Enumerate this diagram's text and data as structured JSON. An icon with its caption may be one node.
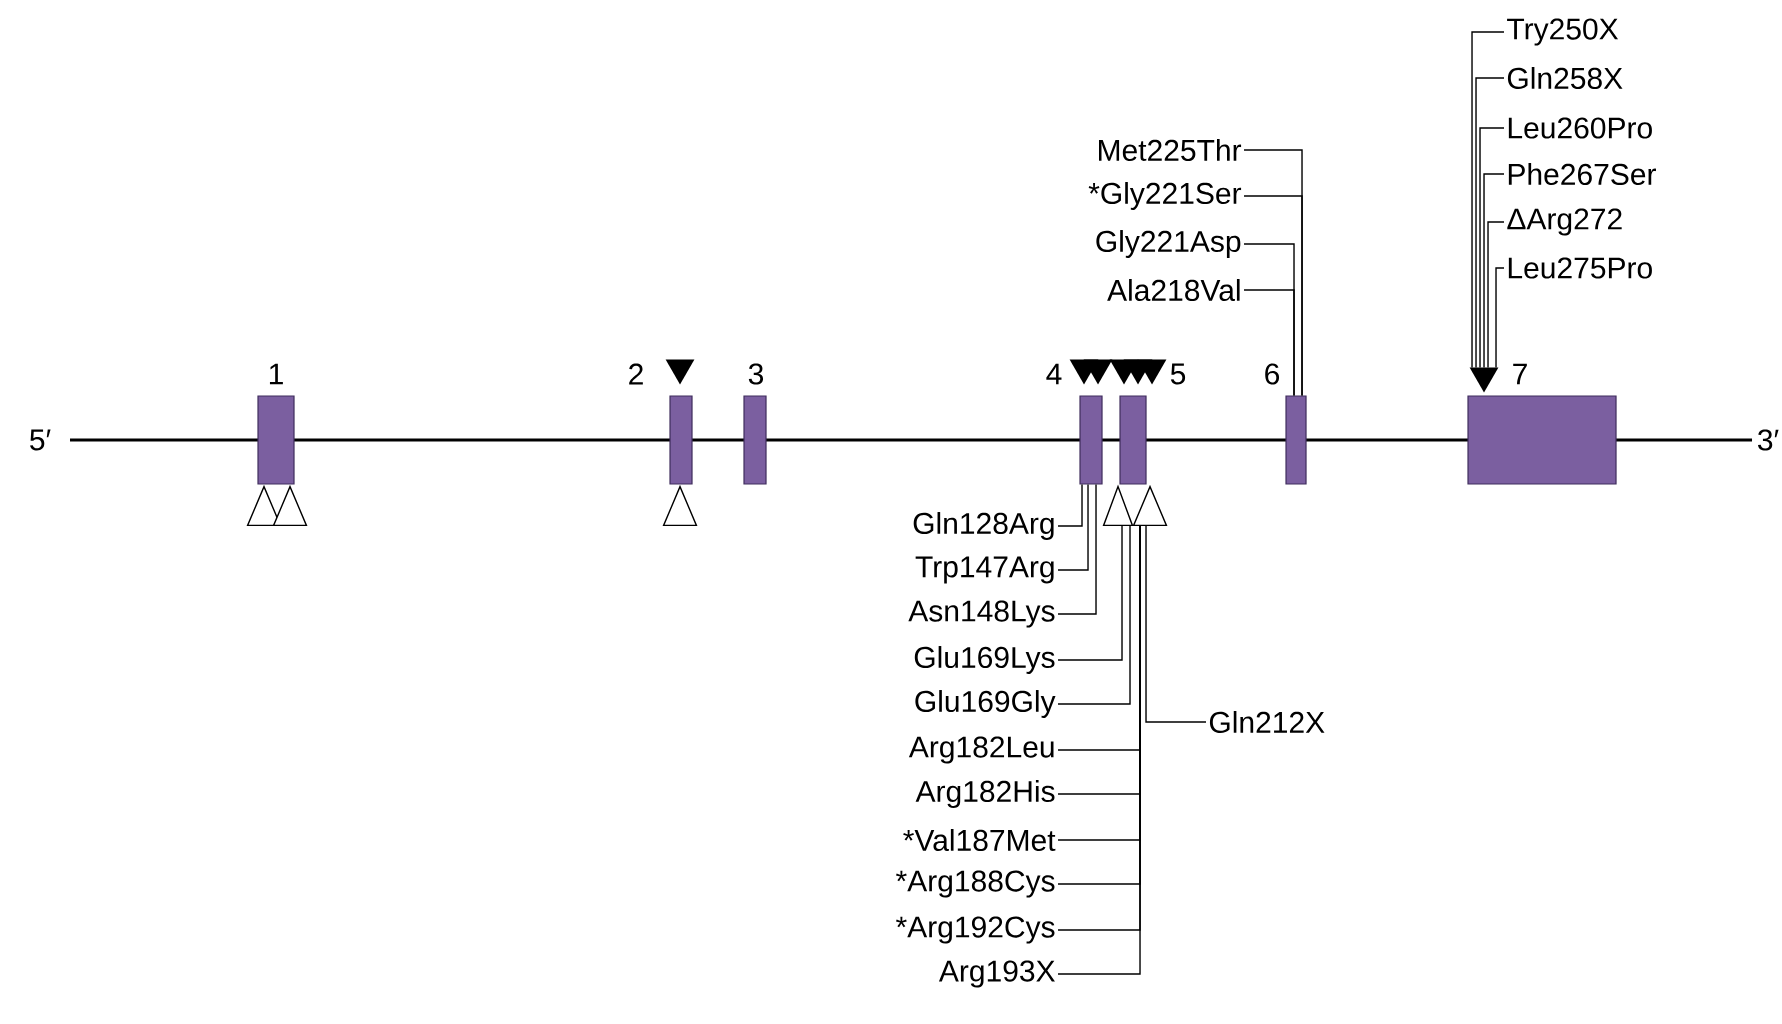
{
  "diagram": {
    "nodes": [
      {
        "text": [
          "1"
        ]
      },
      {
        "text": [
          "2"
        ]
      },
      {
        "text": [
          "3"
        ]
      },
      {
        "text": [
          "4"
        ]
      },
      {
        "text": [
          "5"
        ]
      },
      {
        "text": [
          "6"
        ]
      },
      {
        "text": [
          "7"
        ]
      },
      {
        "text": [
          "Met225Thr"
        ]
      },
      {
        "text": [
          "*Gly221Ser"
        ]
      },
      {
        "text": [
          "Gly221Asp"
        ]
      },
      {
        "text": [
          "Ala218Val"
        ]
      },
      {
        "text": [
          "Try250X"
        ]
      },
      {
        "text": [
          "Gln258X"
        ]
      },
      {
        "text": [
          "Leu260Pro"
        ]
      },
      {
        "text": [
          "Phe267Ser"
        ]
      },
      {
        "text": [
          "ΔArg272"
        ]
      },
      {
        "text": [
          "Leu275Pro"
        ]
      },
      {
        "text": [
          "Gln128Arg"
        ]
      },
      {
        "text": [
          "Trp147Arg"
        ]
      },
      {
        "text": [
          "Asn148Lys"
        ]
      },
      {
        "text": [
          "Glu169Lys"
        ]
      },
      {
        "text": [
          "Glu169Gly"
        ]
      },
      {
        "text": [
          "Arg182Leu"
        ]
      },
      {
        "text": [
          "Arg182His"
        ]
      },
      {
        "text": [
          "*Val187Met"
        ]
      },
      {
        "text": [
          "*Arg188Cys"
        ]
      },
      {
        "text": [
          "*Arg192Cys"
        ]
      },
      {
        "text": [
          "Arg193X"
        ]
      },
      {
        "text": [
          "Gln212X"
        ]
      },
      {
        "text": [],
        "shape": "triangle"
      },
      {
        "text": [],
        "shape": "triangle"
      },
      {
        "text": [],
        "shape": "triangle"
      },
      {
        "text": [],
        "shape": "triangle"
      },
      {
        "text": [],
        "shape": "triangle"
      },
      {
        "text": [],
        "shape": "triangle"
      },
      {
        "text": [],
        "shape": "triangle"
      },
      {
        "text": [],
        "shape": "triangle"
      },
      {
        "text": [],
        "shape": "triangle"
      },
      {
        "text": [],
        "shape": "triangle"
      },
      {
        "text": [],
        "shape": "triangle"
      },
      {
        "text": [],
        "shape": "triangle"
      }
    ],
    "edges": [
      {
        "from": 7,
        "to": 5,
        "arrow": "none"
      },
      {
        "from": 8,
        "to": 5,
        "arrow": "none"
      },
      {
        "from": 9,
        "to": 5,
        "arrow": "none"
      },
      {
        "from": 10,
        "to": 5,
        "arrow": "none"
      },
      {
        "from": 11,
        "to": 40,
        "arrow": "none"
      },
      {
        "from": 12,
        "to": 40,
        "arrow": "none"
      },
      {
        "from": 13,
        "to": 40,
        "arrow": "none"
      },
      {
        "from": 14,
        "to": 40,
        "arrow": "none"
      },
      {
        "from": 15,
        "to": 40,
        "arrow": "none"
      },
      {
        "from": 16,
        "to": 40,
        "arrow": "none"
      },
      {
        "from": 17,
        "to": 3,
        "arrow": "none"
      },
      {
        "from": 18,
        "to": 3,
        "arrow": "none"
      },
      {
        "from": 19,
        "to": 3,
        "arrow": "none"
      },
      {
        "from": 20,
        "to": 35,
        "arrow": "none"
      },
      {
        "from": 21,
        "to": 35,
        "arrow": "none"
      },
      {
        "from": 22,
        "to": 38,
        "arrow": "none"
      },
      {
        "from": 23,
        "to": 38,
        "arrow": "none"
      },
      {
        "from": 24,
        "to": 38,
        "arrow": "none"
      },
      {
        "from": 25,
        "to": 38,
        "arrow": "none"
      },
      {
        "from": 26,
        "to": 38,
        "arrow": "none"
      },
      {
        "from": 27,
        "to": 38,
        "arrow": "none"
      },
      {
        "from": 28,
        "to": 38,
        "arrow": "none"
      }
    ],
    "labels": [
      "5′",
      "3′"
    ]
  }
}
